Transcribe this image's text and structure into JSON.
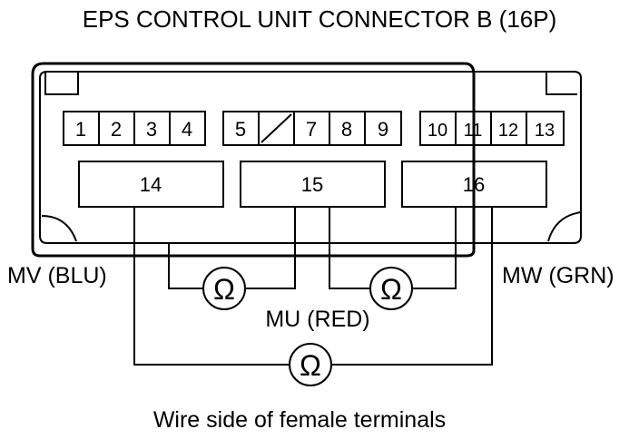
{
  "title": "EPS CONTROL UNIT CONNECTOR B (16P)",
  "footer": "Wire side of female terminals",
  "pins_top": [
    "1",
    "2",
    "3",
    "4",
    "5",
    "",
    "7",
    "8",
    "9",
    "10",
    "11",
    "12",
    "13"
  ],
  "pins_big": [
    "14",
    "15",
    "16"
  ],
  "wires": {
    "mv": "MV (BLU)",
    "mw": "MW (GRN)",
    "mu": "MU (RED)"
  },
  "meter_symbol": "Ω"
}
